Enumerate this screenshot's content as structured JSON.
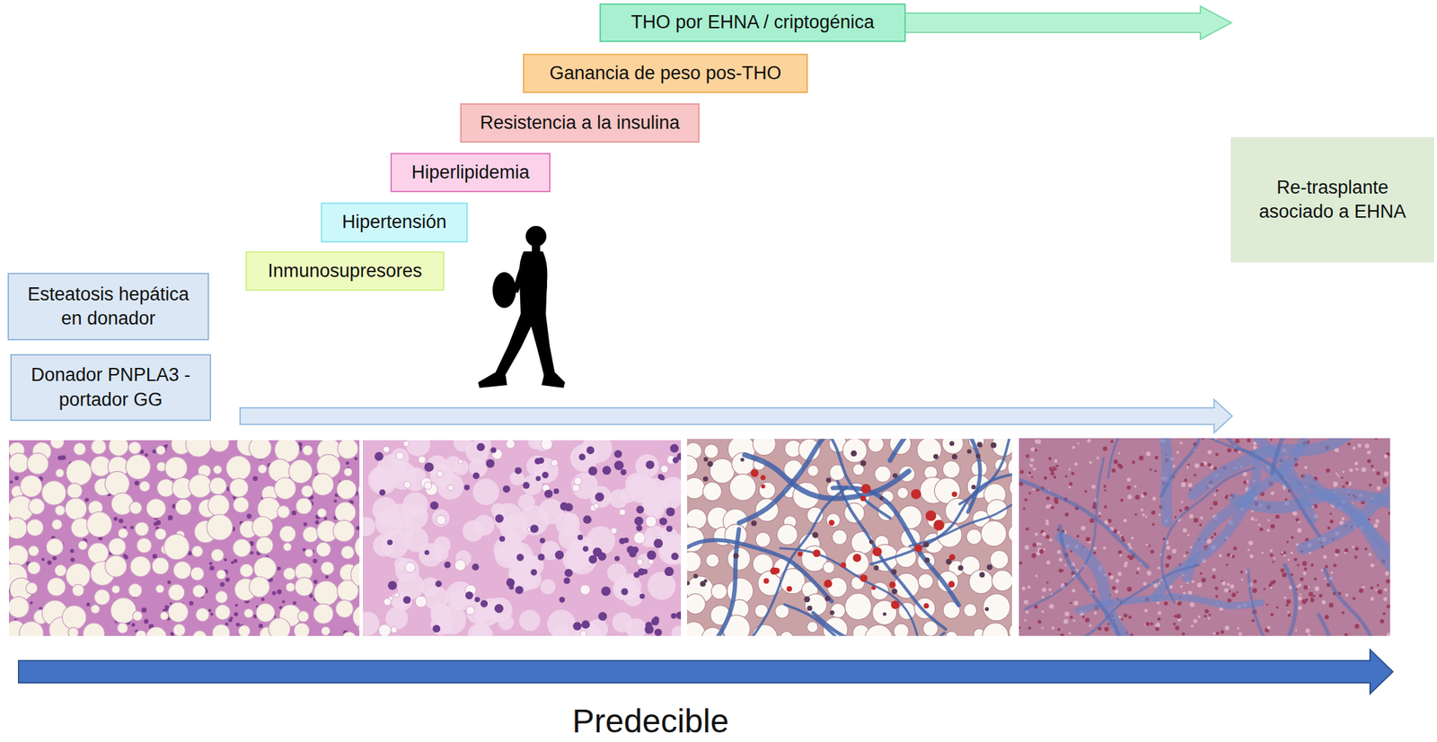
{
  "diagram": {
    "nodes": [
      {
        "text": [
          "THO por EHNA / criptogénica"
        ]
      },
      {
        "text": [
          "Ganancia de peso pos-THO"
        ]
      },
      {
        "text": [
          "Resistencia a la insulina"
        ]
      },
      {
        "text": [
          "Hiperlipidemia"
        ]
      },
      {
        "text": [
          "Hipertensión"
        ]
      },
      {
        "text": [
          "Inmunosupresores"
        ]
      },
      {
        "text": [
          "Re-trasplante asociado a EHNA"
        ]
      },
      {
        "text": [
          "Esteatosis hepática en donador"
        ]
      },
      {
        "text": [
          "Donador PNPLA3 - portador GG"
        ]
      }
    ],
    "labels": [
      "Predecible"
    ]
  }
}
